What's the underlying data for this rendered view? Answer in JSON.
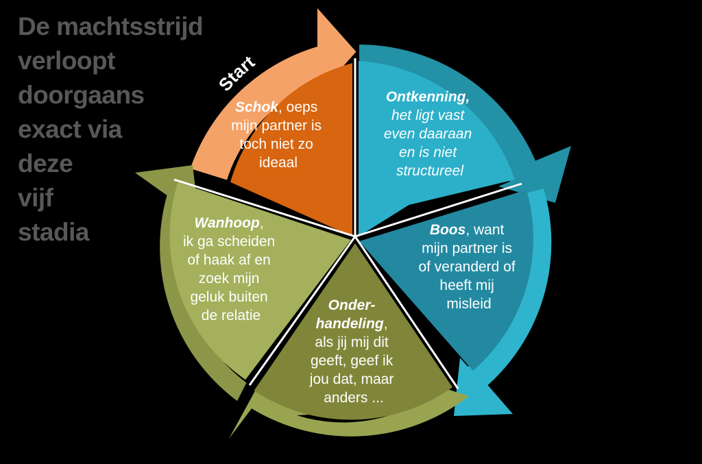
{
  "title": {
    "text": "De machtsstrijd\nverloopt\ndoorgaans\nexact via\ndeze\nvijf\nstadia",
    "color": "#585858"
  },
  "background_color": "#000000",
  "start_label": "Start",
  "chart_data": {
    "type": "pie",
    "title": "De machtsstrijd verloopt doorgaans exact via deze vijf stadia",
    "legend_position": "none",
    "grid": false,
    "categories": [
      "Schok",
      "Ontkenning",
      "Boos",
      "Onderhandeling",
      "Wanhoop"
    ],
    "values": [
      20,
      20,
      20,
      20,
      20
    ],
    "annotations": [
      "Start"
    ],
    "segments": [
      {
        "index": 1,
        "name": "Schok",
        "heading": "Schok",
        "body": ", oeps mijn partner is toch niet zo ideaal",
        "lines": [
          "Schok|, oeps",
          "mijn partner is",
          "toch niet zo",
          "ideaal"
        ],
        "share_pct": 20,
        "start_angle": -90,
        "end_angle": -18,
        "fill": "#d8650f",
        "arc_fill": "#f4a268",
        "italic_body": false
      },
      {
        "index": 2,
        "name": "Ontkenning",
        "heading": "Ontkenning",
        "body": ", het ligt vast even daaraan en is niet structureel",
        "lines": [
          "Ontkenning,",
          "het ligt vast",
          "even daaraan",
          "en is niet",
          "structureel"
        ],
        "share_pct": 20,
        "start_angle": -90,
        "end_angle": -18,
        "fill": "#2cafc9",
        "arc_fill": "#2391a6",
        "italic_body": true
      },
      {
        "index": 3,
        "name": "Boos",
        "heading": "Boos",
        "body": ", want mijn partner is of veranderd of heeft mij misleid",
        "lines": [
          "Boos|, want",
          "mijn partner is",
          "of veranderd of",
          "heeft mij",
          "misleid"
        ],
        "share_pct": 20,
        "start_angle": -90,
        "end_angle": -18,
        "fill": "#2389a1",
        "arc_fill": "#2fb4cd",
        "italic_body": false
      },
      {
        "index": 4,
        "name": "Onderhandeling",
        "heading": "Onder-handeling",
        "body": ", als jij mij dit geeft, geef ik jou dat, maar anders ...",
        "lines": [
          "Onder-",
          "handeling|,",
          "als jij mij dit",
          "geeft, geef ik",
          "jou dat, maar",
          "anders ..."
        ],
        "share_pct": 20,
        "start_angle": -90,
        "end_angle": -18,
        "fill": "#7f8639",
        "arc_fill": "#99a451",
        "italic_body": false
      },
      {
        "index": 5,
        "name": "Wanhoop",
        "heading": "Wanhoop",
        "body": ", ik ga scheiden of haak af en zoek mijn geluk buiten de relatie",
        "lines": [
          "Wanhoop|,",
          "ik ga scheiden",
          "of haak af en",
          "zoek mijn",
          "geluk buiten",
          "de relatie"
        ],
        "share_pct": 20,
        "start_angle": -90,
        "end_angle": -18,
        "fill": "#a4b05c",
        "arc_fill": "#8c9648",
        "italic_body": false
      }
    ]
  }
}
